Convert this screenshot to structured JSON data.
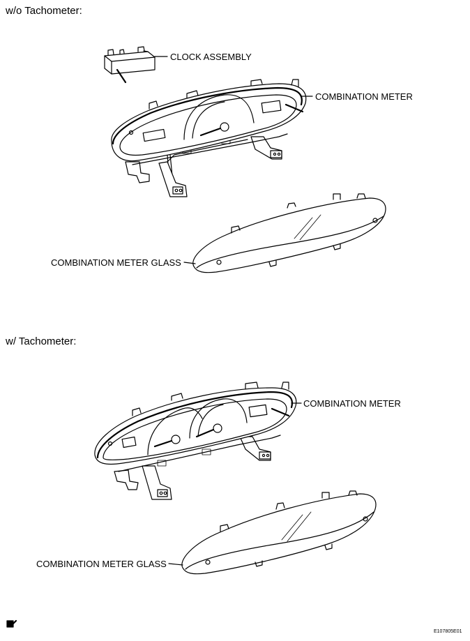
{
  "sections": [
    {
      "heading": "w/o Tachometer:"
    },
    {
      "heading": "w/ Tachometer:"
    }
  ],
  "labels": {
    "clock_assembly": "CLOCK ASSEMBLY",
    "combination_meter_1": "COMBINATION METER",
    "combination_meter_glass_1": "COMBINATION METER GLASS",
    "combination_meter_2": "COMBINATION METER",
    "combination_meter_glass_2": "COMBINATION METER GLASS"
  },
  "figure_code": "E107805E01",
  "icons": {
    "corner_mark": "document-mark-icon"
  }
}
